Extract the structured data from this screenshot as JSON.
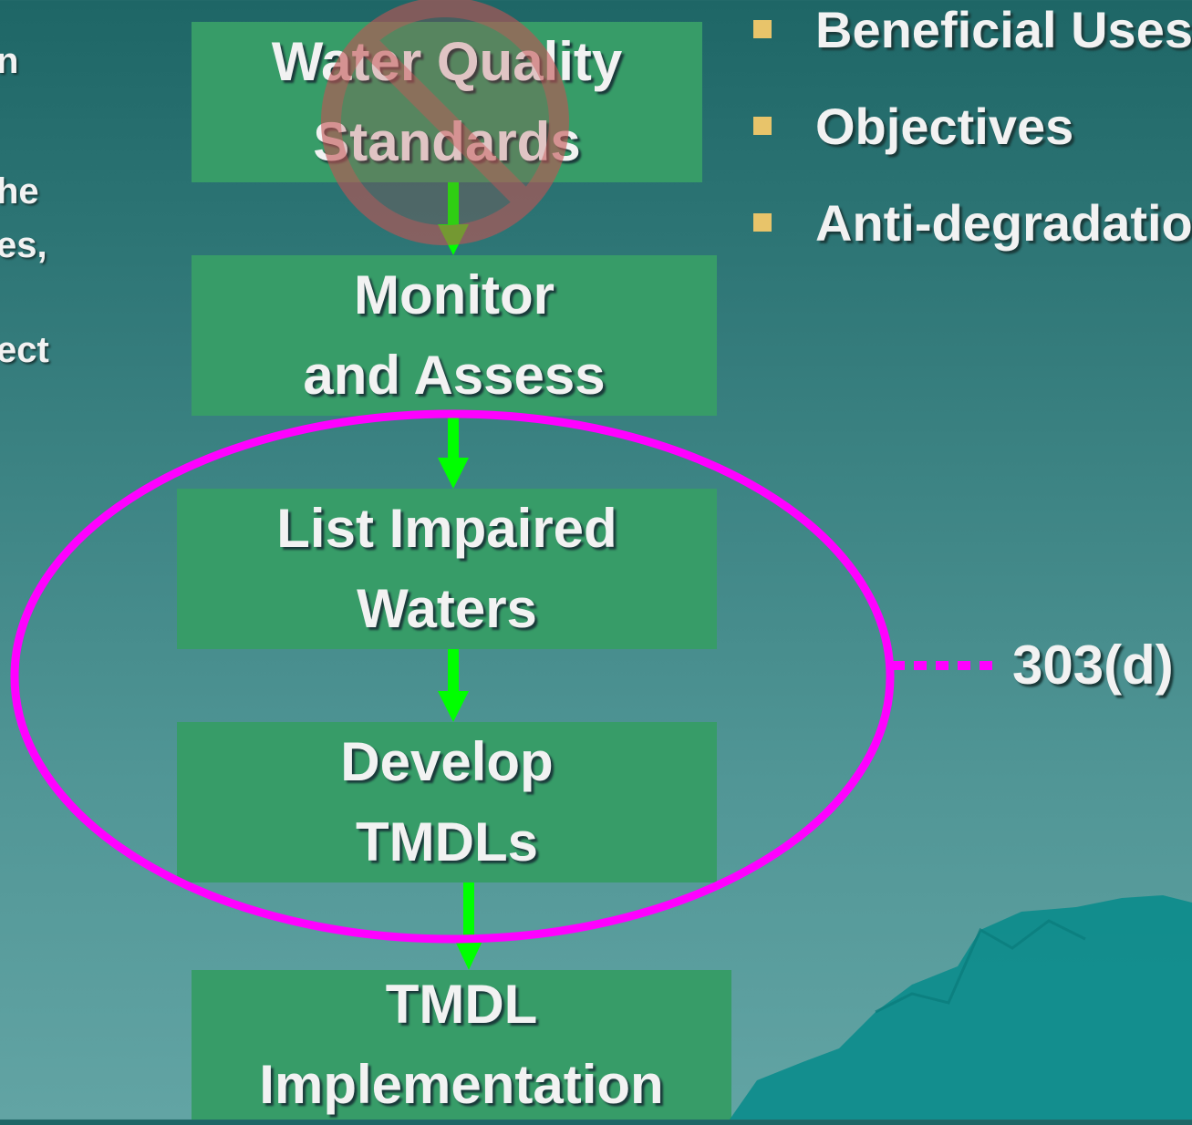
{
  "flowchart": {
    "steps": [
      {
        "id": "water-quality-standards",
        "lines": [
          "Water Quality",
          "Standards"
        ],
        "prohibited": true
      },
      {
        "id": "monitor-and-assess",
        "lines": [
          "Monitor",
          "and Assess"
        ]
      },
      {
        "id": "list-impaired-waters",
        "lines": [
          "List Impaired",
          "Waters"
        ]
      },
      {
        "id": "develop-tmdls",
        "lines": [
          "Develop",
          "TMDLs"
        ]
      },
      {
        "id": "tmdl-implementation",
        "lines": [
          "TMDL",
          "Implementation"
        ]
      }
    ],
    "callout_label": "303(d)"
  },
  "bullets": [
    "Beneficial Uses",
    "Objectives",
    "Anti-degradation"
  ],
  "left_fragments": [
    "n",
    "he",
    "es,",
    "ect"
  ],
  "colors": {
    "box": "#379c68",
    "arrow": "#00ff00",
    "ellipse": "#ff00ff",
    "prohibit_sign": "#cc5555",
    "bullet": "#e8c46a",
    "text": "#f2f2f2"
  }
}
